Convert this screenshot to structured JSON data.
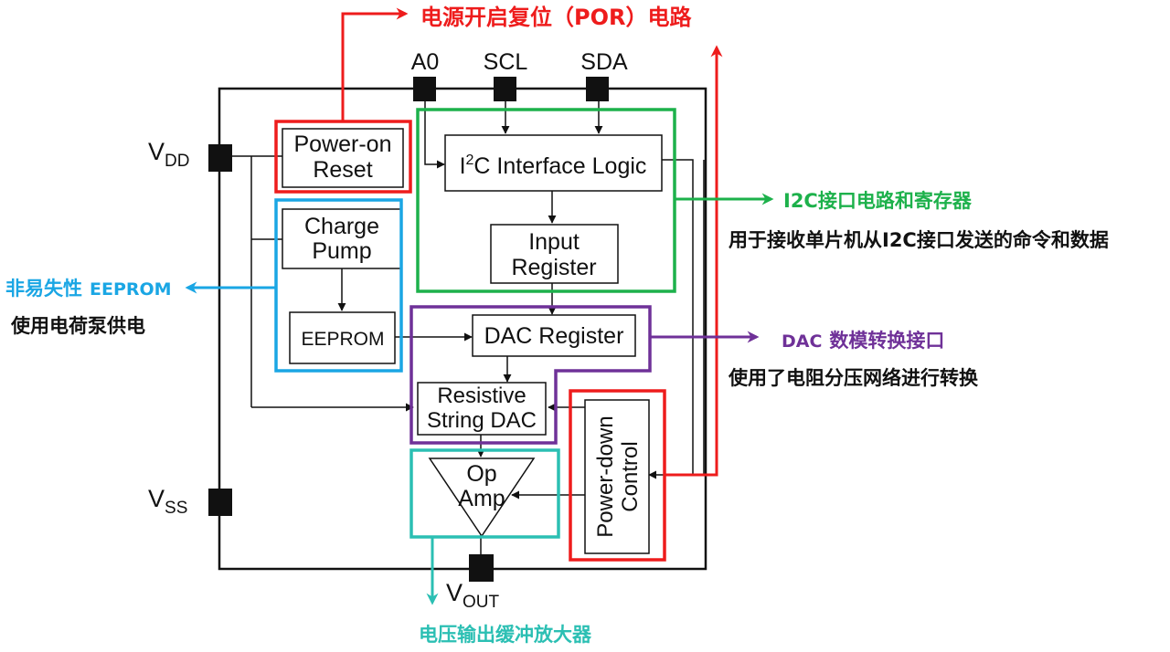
{
  "pins": {
    "a0": "A0",
    "scl": "SCL",
    "sda": "SDA",
    "vdd": "V",
    "vdd_sub": "DD",
    "vss": "V",
    "vss_sub": "SS",
    "vout": "V",
    "vout_sub": "OUT"
  },
  "blocks": {
    "power_on_reset": [
      "Power-on",
      "Reset"
    ],
    "i2c_logic_pre": "I",
    "i2c_logic_sup": "2",
    "i2c_logic_post": "C Interface Logic",
    "charge_pump": [
      "Charge",
      "Pump"
    ],
    "input_register": [
      "Input",
      "Register"
    ],
    "eeprom": "EEPROM",
    "dac_register": "DAC Register",
    "resistive_dac": [
      "Resistive",
      "String DAC"
    ],
    "op_amp": [
      "Op",
      "Amp"
    ],
    "power_down": [
      "Power-down",
      "Control"
    ]
  },
  "annotations": {
    "por_title": "电源开启复位（POR）电路",
    "i2c_title": "I2C接口电路和寄存器",
    "i2c_desc": "用于接收单片机从I2C接口发送的命令和数据",
    "eeprom_title_cn": "非易失性",
    "eeprom_title_en": "EEPROM",
    "eeprom_desc": "使用电荷泵供电",
    "dac_title_en": "DAC",
    "dac_title_cn": "数模转换接口",
    "dac_desc": "使用了电阻分压网络进行转换",
    "vout_buffer": "电压输出缓冲放大器"
  },
  "colors": {
    "red": "#ee1c1c",
    "green": "#1db14b",
    "blue": "#1aa6e4",
    "purple": "#6f3198",
    "teal": "#2bbfb3",
    "ink": "#111111"
  }
}
